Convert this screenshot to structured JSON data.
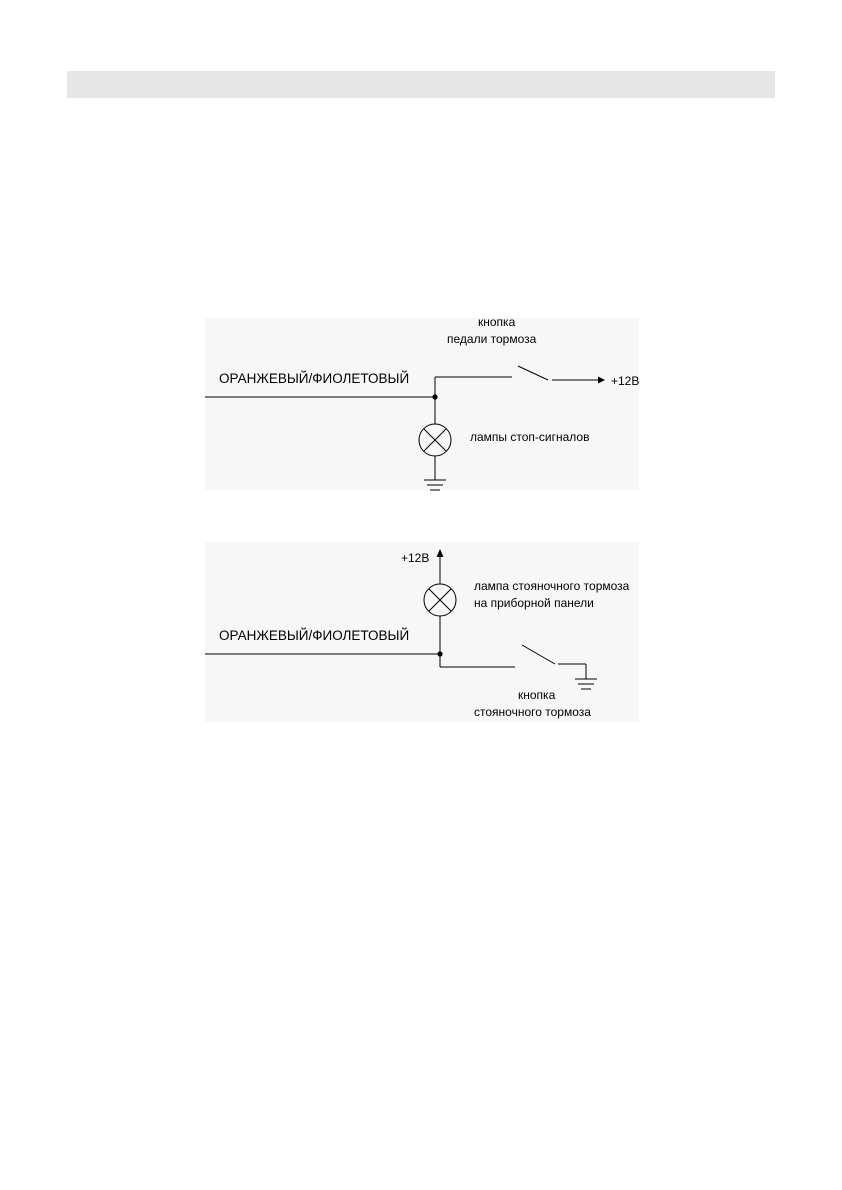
{
  "header": {
    "text": ""
  },
  "diagram_top": {
    "wire_label": "ОРАНЖЕВЫЙ/ФИОЛЕТОВЫЙ",
    "switch_label_line1": "кнопка",
    "switch_label_line2": "педали тормоза",
    "supply_label": "+12В",
    "lamp_label": "лампы стоп-сигналов"
  },
  "diagram_bottom": {
    "supply_label": "+12В",
    "lamp_label_line1": "лампа стояночного тормоза",
    "lamp_label_line2": "на приборной панели",
    "wire_label": "ОРАНЖЕВЫЙ/ФИОЛЕТОВЫЙ",
    "switch_label_line1": "кнопка",
    "switch_label_line2": "стояночного тормоза"
  },
  "colors": {
    "panel_bg": "#f7f7f7",
    "header_bg": "#e6e6e6",
    "line": "#000000"
  }
}
